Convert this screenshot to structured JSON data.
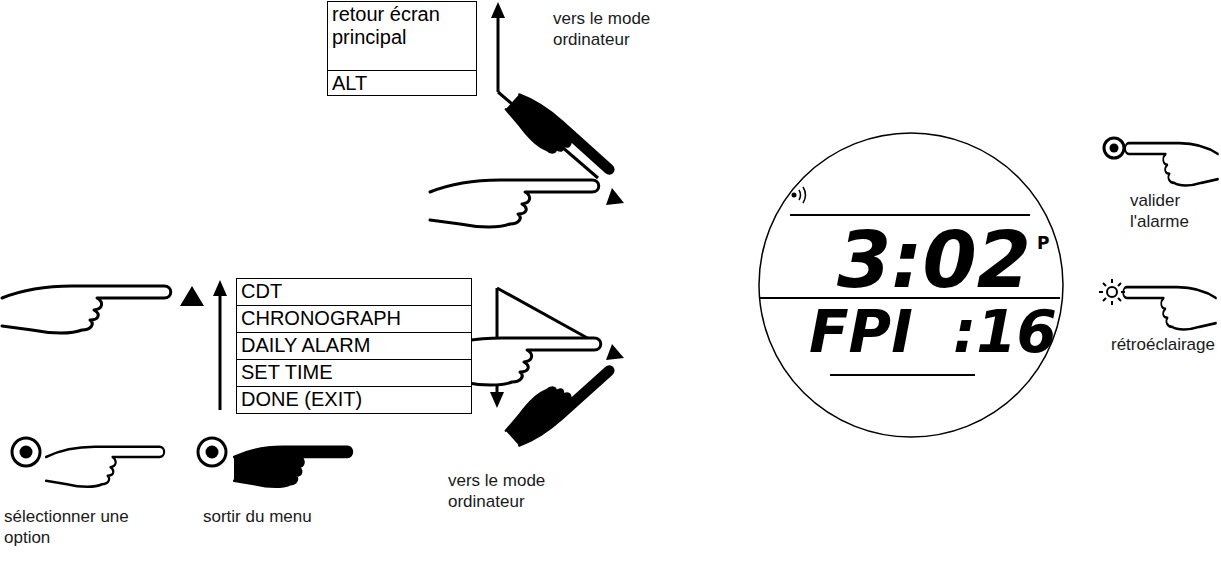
{
  "diagram": {
    "nodes": [
      {
        "text": [
          "retour écran principal"
        ]
      },
      {
        "text": [
          "ALT"
        ]
      },
      {
        "text": [
          "CDT"
        ]
      },
      {
        "text": [
          "CHRONOGRAPH"
        ]
      },
      {
        "text": [
          "DAILY ALARM"
        ]
      },
      {
        "text": [
          "SET TIME"
        ]
      },
      {
        "text": [
          "DONE (EXIT)"
        ]
      },
      {
        "text": [
          "3:02",
          "P",
          "FPI",
          ":16"
        ]
      }
    ],
    "edges": [],
    "labels": [
      "vers le mode ordinateur",
      "valider l'alarme",
      "rétroéclairage",
      "vers le mode ordinateur",
      "sélectionner une option",
      "sortir du menu"
    ]
  }
}
